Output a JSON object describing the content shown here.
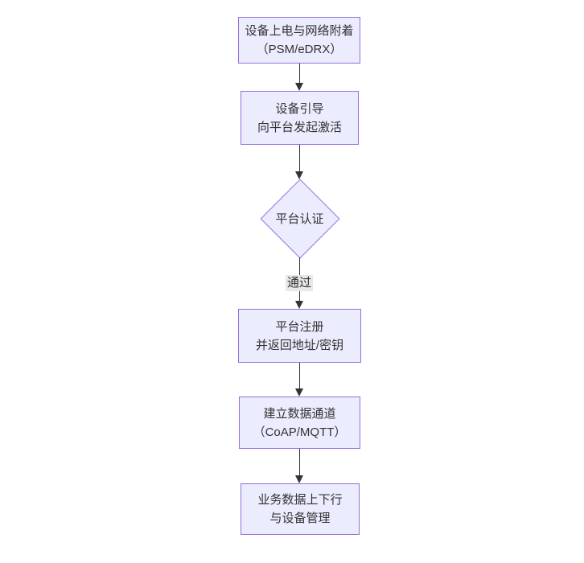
{
  "diagram": {
    "type": "flowchart",
    "direction": "top-down",
    "colors": {
      "node_fill": "#ECECFF",
      "node_border": "#9370DB",
      "line": "#333333",
      "text": "#333333",
      "edge_label_bg": "#e8e8e8",
      "background": "#ffffff"
    },
    "nodes": [
      {
        "id": "A",
        "shape": "rect",
        "lines": [
          "设备上电与网络附着",
          "（PSM/eDRX）"
        ]
      },
      {
        "id": "B",
        "shape": "rect",
        "lines": [
          "设备引导",
          "向平台发起激活"
        ]
      },
      {
        "id": "C",
        "shape": "diamond",
        "lines": [
          "平台认证"
        ]
      },
      {
        "id": "D",
        "shape": "rect",
        "lines": [
          "平台注册",
          "并返回地址/密钥"
        ]
      },
      {
        "id": "E",
        "shape": "rect",
        "lines": [
          "建立数据通道",
          "（CoAP/MQTT）"
        ]
      },
      {
        "id": "F",
        "shape": "rect",
        "lines": [
          "业务数据上下行",
          "与设备管理"
        ]
      }
    ],
    "edges": [
      {
        "from": "A",
        "to": "B",
        "label": ""
      },
      {
        "from": "B",
        "to": "C",
        "label": ""
      },
      {
        "from": "C",
        "to": "D",
        "label": "通过"
      },
      {
        "from": "D",
        "to": "E",
        "label": ""
      },
      {
        "from": "E",
        "to": "F",
        "label": ""
      }
    ]
  }
}
